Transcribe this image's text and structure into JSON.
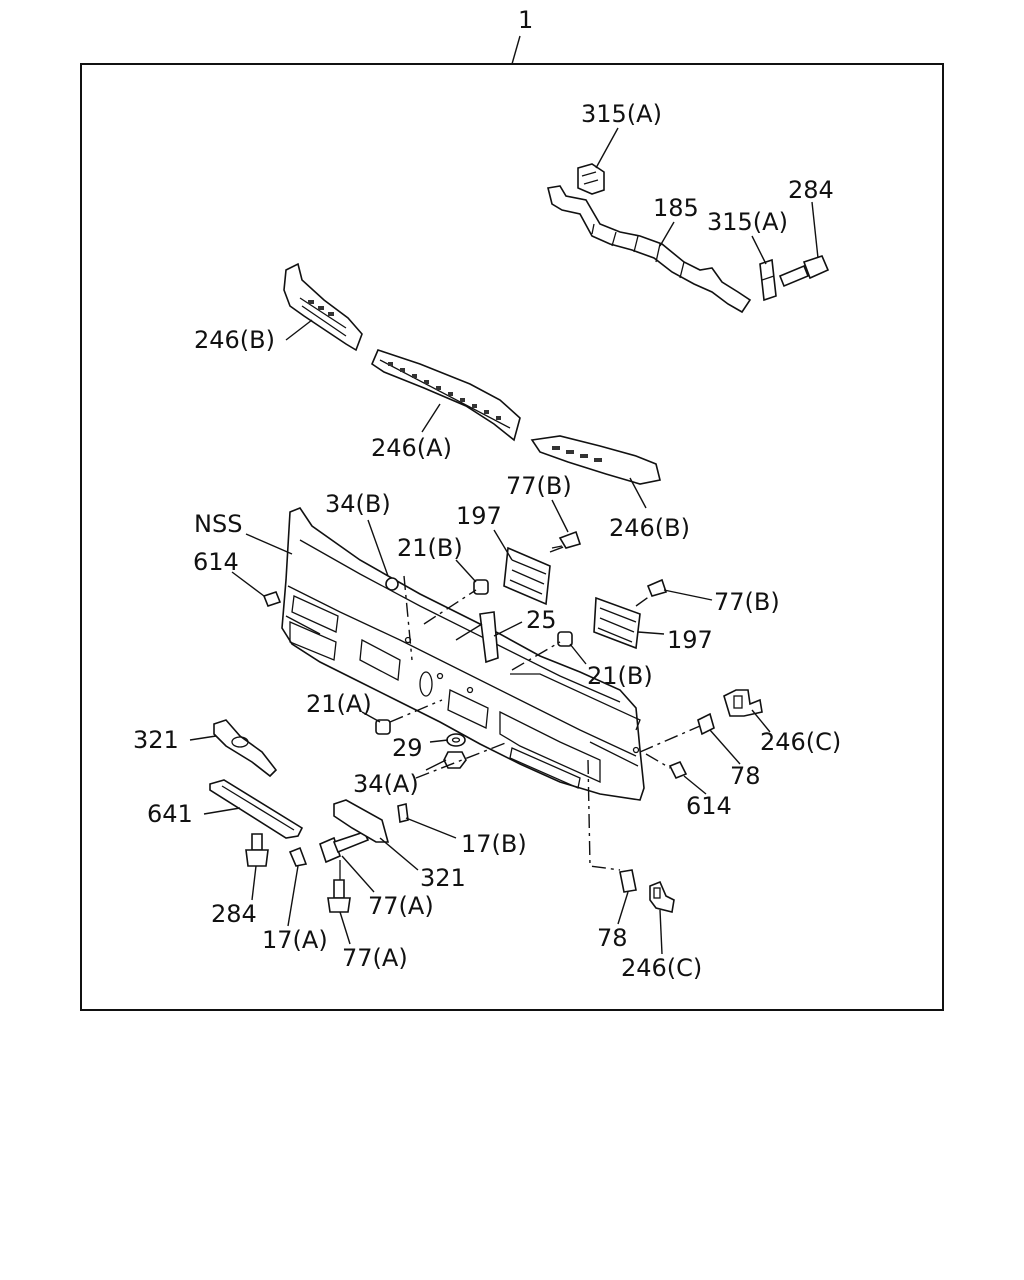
{
  "diagram": {
    "assembly_label": "1",
    "callouts": {
      "c315a_top": "315(A)",
      "c185": "185",
      "c315a_right": "315(A)",
      "c284_top": "284",
      "c246b_left": "246(B)",
      "c246a": "246(A)",
      "c246b_right": "246(B)",
      "c77b_top": "77(B)",
      "c197_top": "197",
      "c34b": "34(B)",
      "c21b_top": "21(B)",
      "cnss": "NSS",
      "c614_left": "614",
      "c77b_right": "77(B)",
      "c25": "25",
      "c197_right": "197",
      "c21b_bottom": "21(B)",
      "c21a": "21(A)",
      "c321_left": "321",
      "c29": "29",
      "c34a": "34(A)",
      "c246c_right": "246(C)",
      "c78_right": "78",
      "c614_right": "614",
      "c641": "641",
      "c17b": "17(B)",
      "c321_bottom": "321",
      "c284_bottom": "284",
      "c77a_mid": "77(A)",
      "c17a": "17(A)",
      "c77a_bottom": "77(A)",
      "c78_bottom": "78",
      "c246c_bottom": "246(C)"
    }
  }
}
